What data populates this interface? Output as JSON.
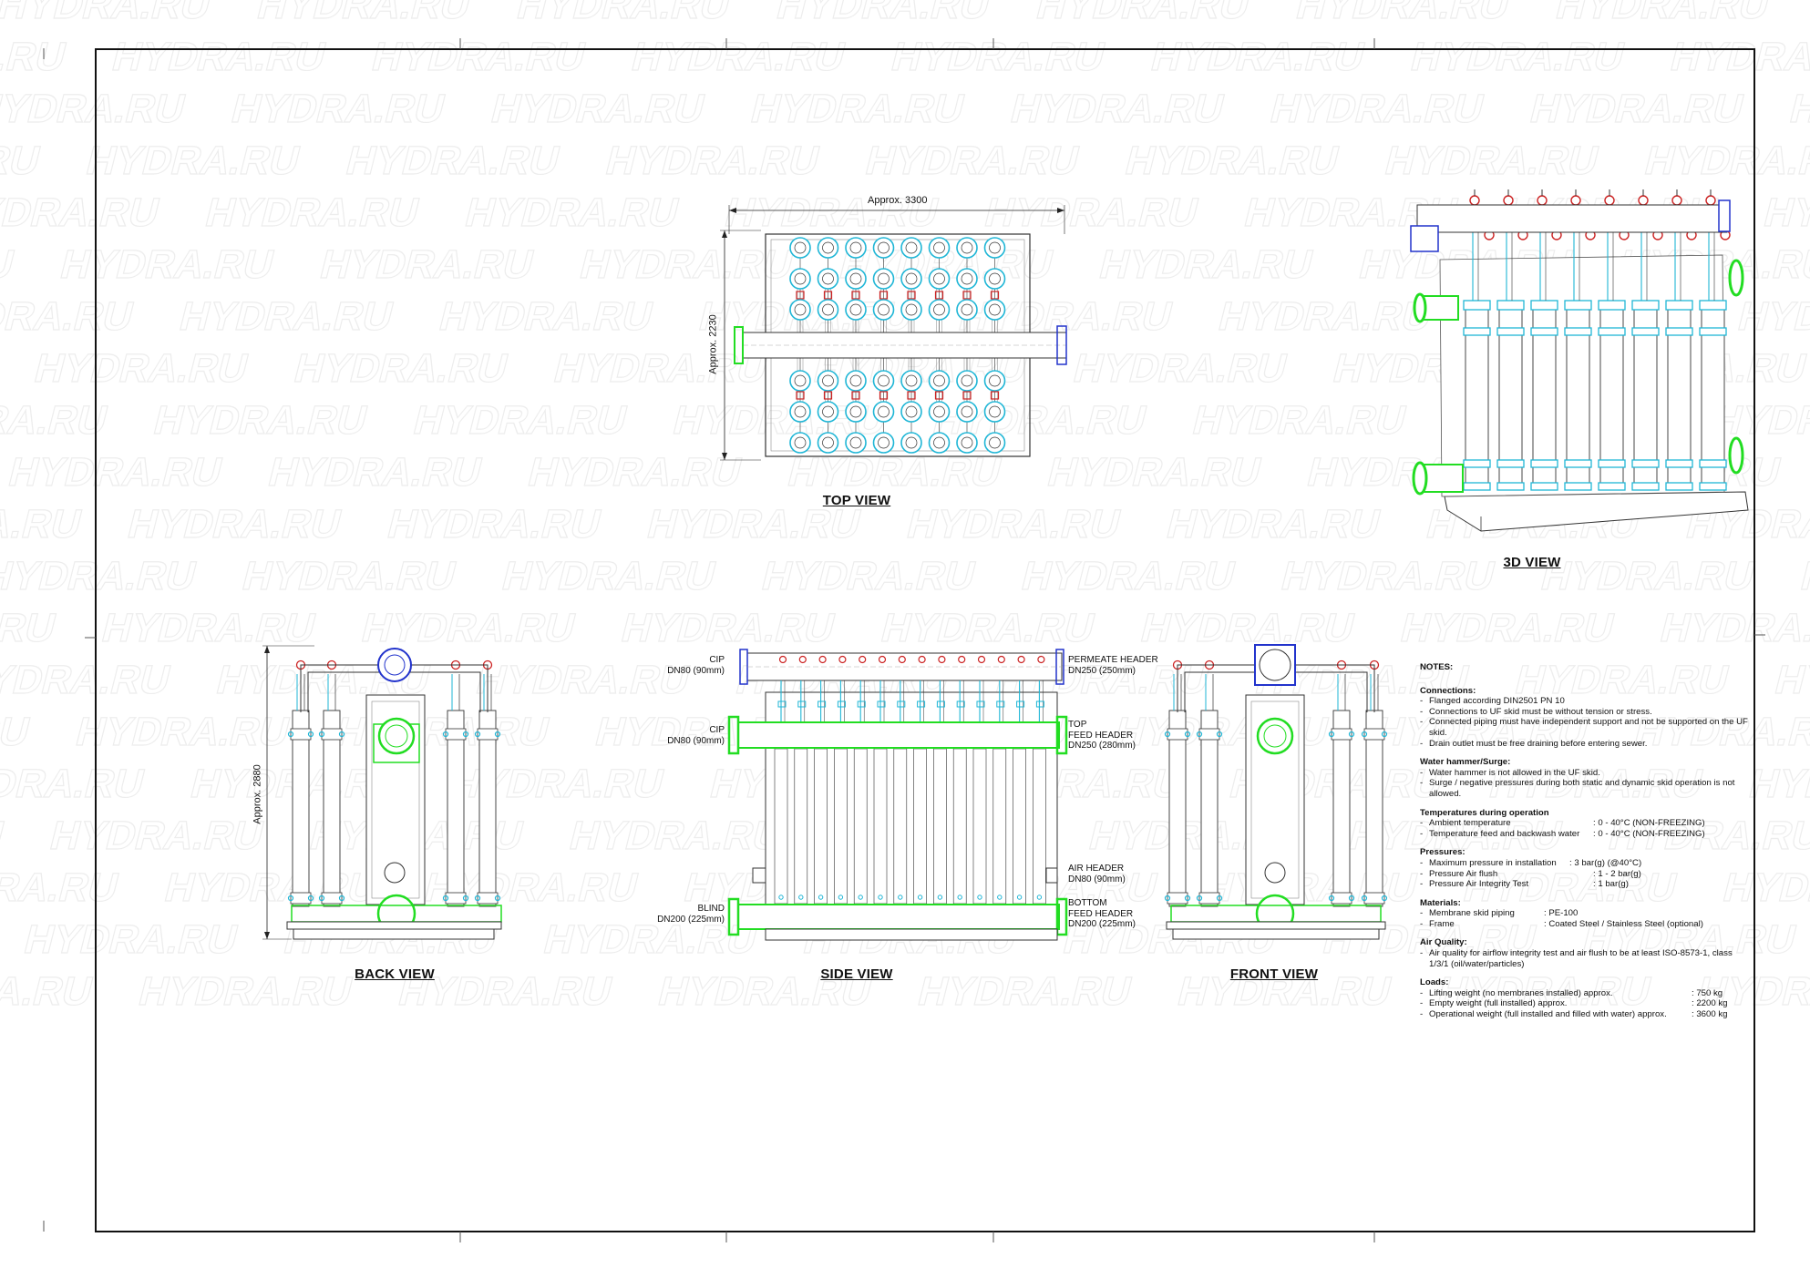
{
  "views": {
    "top": "TOP VIEW",
    "three_d": "3D VIEW",
    "back": "BACK VIEW",
    "side": "SIDE VIEW",
    "front": "FRONT VIEW"
  },
  "dimensions": {
    "width": "Approx. 3300",
    "depth": "Approx. 2230",
    "height": "Approx. 2880"
  },
  "labels": {
    "cip_top": [
      "CIP",
      "DN80 (90mm)"
    ],
    "cip_mid": [
      "CIP",
      "DN80 (90mm)"
    ],
    "blind": [
      "BLIND",
      "DN200 (225mm)"
    ],
    "permeate": [
      "PERMEATE HEADER",
      "DN250 (250mm)"
    ],
    "top_feed": [
      "TOP",
      "FEED HEADER",
      "DN250 (280mm)"
    ],
    "air": [
      "AIR HEADER",
      "DN80 (90mm)"
    ],
    "bottom_feed": [
      "BOTTOM",
      "FEED HEADER",
      "DN200 (225mm)"
    ]
  },
  "watermark": "HYDRA.RU",
  "notes": {
    "title": "NOTES:",
    "connections": {
      "title": "Connections:",
      "items": [
        "Flanged according DIN2501 PN 10",
        "Connections to UF skid must be without tension or stress.",
        "Connected piping must have independent support and not be supported on the UF skid.",
        "Drain outlet must be free draining before entering sewer."
      ]
    },
    "water_hammer": {
      "title": "Water hammer/Surge:",
      "items": [
        "Water hammer is not allowed in the UF skid.",
        "Surge / negative pressures during both static and dynamic skid operation is not allowed."
      ]
    },
    "temperatures": {
      "title": "Temperatures during operation",
      "items": [
        {
          "k": "Ambient temperature",
          "v": ": 0 - 40°C (NON-FREEZING)"
        },
        {
          "k": "Temperature feed and backwash water",
          "v": ": 0 - 40°C (NON-FREEZING)"
        }
      ]
    },
    "pressures": {
      "title": "Pressures:",
      "items": [
        {
          "k": "Maximum pressure in installation",
          "v": ": 3 bar(g) (@40°C)"
        },
        {
          "k": "Pressure Air flush",
          "v": ": 1 - 2 bar(g)"
        },
        {
          "k": "Pressure Air Integrity Test",
          "v": ": 1 bar(g)"
        }
      ]
    },
    "materials": {
      "title": "Materials:",
      "items": [
        {
          "k": "Membrane skid piping",
          "v": ": PE-100"
        },
        {
          "k": "Frame",
          "v": ": Coated Steel / Stainless Steel (optional)"
        }
      ]
    },
    "air_quality": {
      "title": "Air Quality:",
      "items": [
        "Air quality for airflow integrity test and air flush to be at least ISO-8573-1, class 1/3/1 (oil/water/particles)"
      ]
    },
    "loads": {
      "title": "Loads:",
      "items": [
        {
          "k": "Lifting weight (no membranes installed) approx.",
          "v": ": 750 kg"
        },
        {
          "k": "Empty weight (full installed) approx.",
          "v": ": 2200 kg"
        },
        {
          "k": "Operational weight (full installed and filled with water) approx.",
          "v": ": 3600 kg"
        }
      ]
    }
  },
  "colors": {
    "line": "#333333",
    "cyan": "#1fb6d6",
    "green": "#22dd22",
    "red": "#cc2222",
    "blue": "#2233cc",
    "watermark": "#ededed"
  }
}
